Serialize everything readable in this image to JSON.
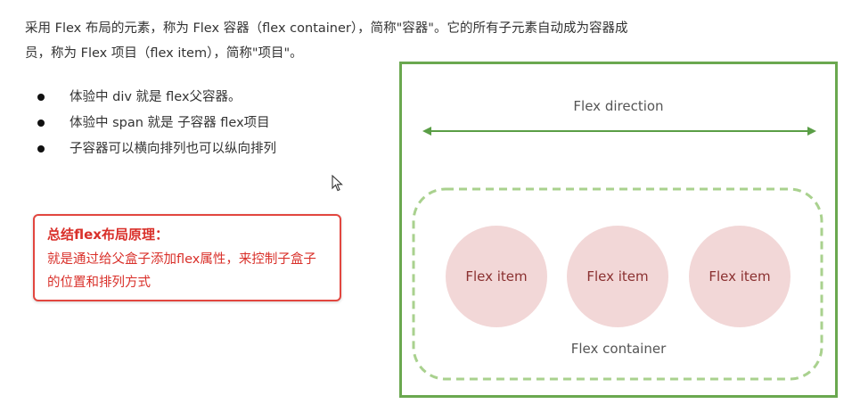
{
  "intro": {
    "text": "采用 Flex 布局的元素，称为 Flex 容器（flex container），简称\"容器\"。它的所有子元素自动成为容器成员，称为 Flex 项目（flex item），简称\"项目\"。"
  },
  "bullets": [
    "体验中 div 就是 flex父容器。",
    "体验中 span 就是 子容器 flex项目",
    "子容器可以横向排列也可以纵向排列"
  ],
  "summary": {
    "title": "总结flex布局原理：",
    "body": "就是通过给父盒子添加flex属性，来控制子盒子的位置和排列方式"
  },
  "diagram": {
    "direction_label": "Flex direction",
    "container_label": "Flex container",
    "items": [
      "Flex item",
      "Flex item",
      "Flex item"
    ]
  },
  "colors": {
    "outer_border": "#6aa84f",
    "dashed_border": "#a9d18e",
    "item_fill": "#f2d7d7",
    "item_text": "#8a3030",
    "summary_red": "#e2463f"
  }
}
